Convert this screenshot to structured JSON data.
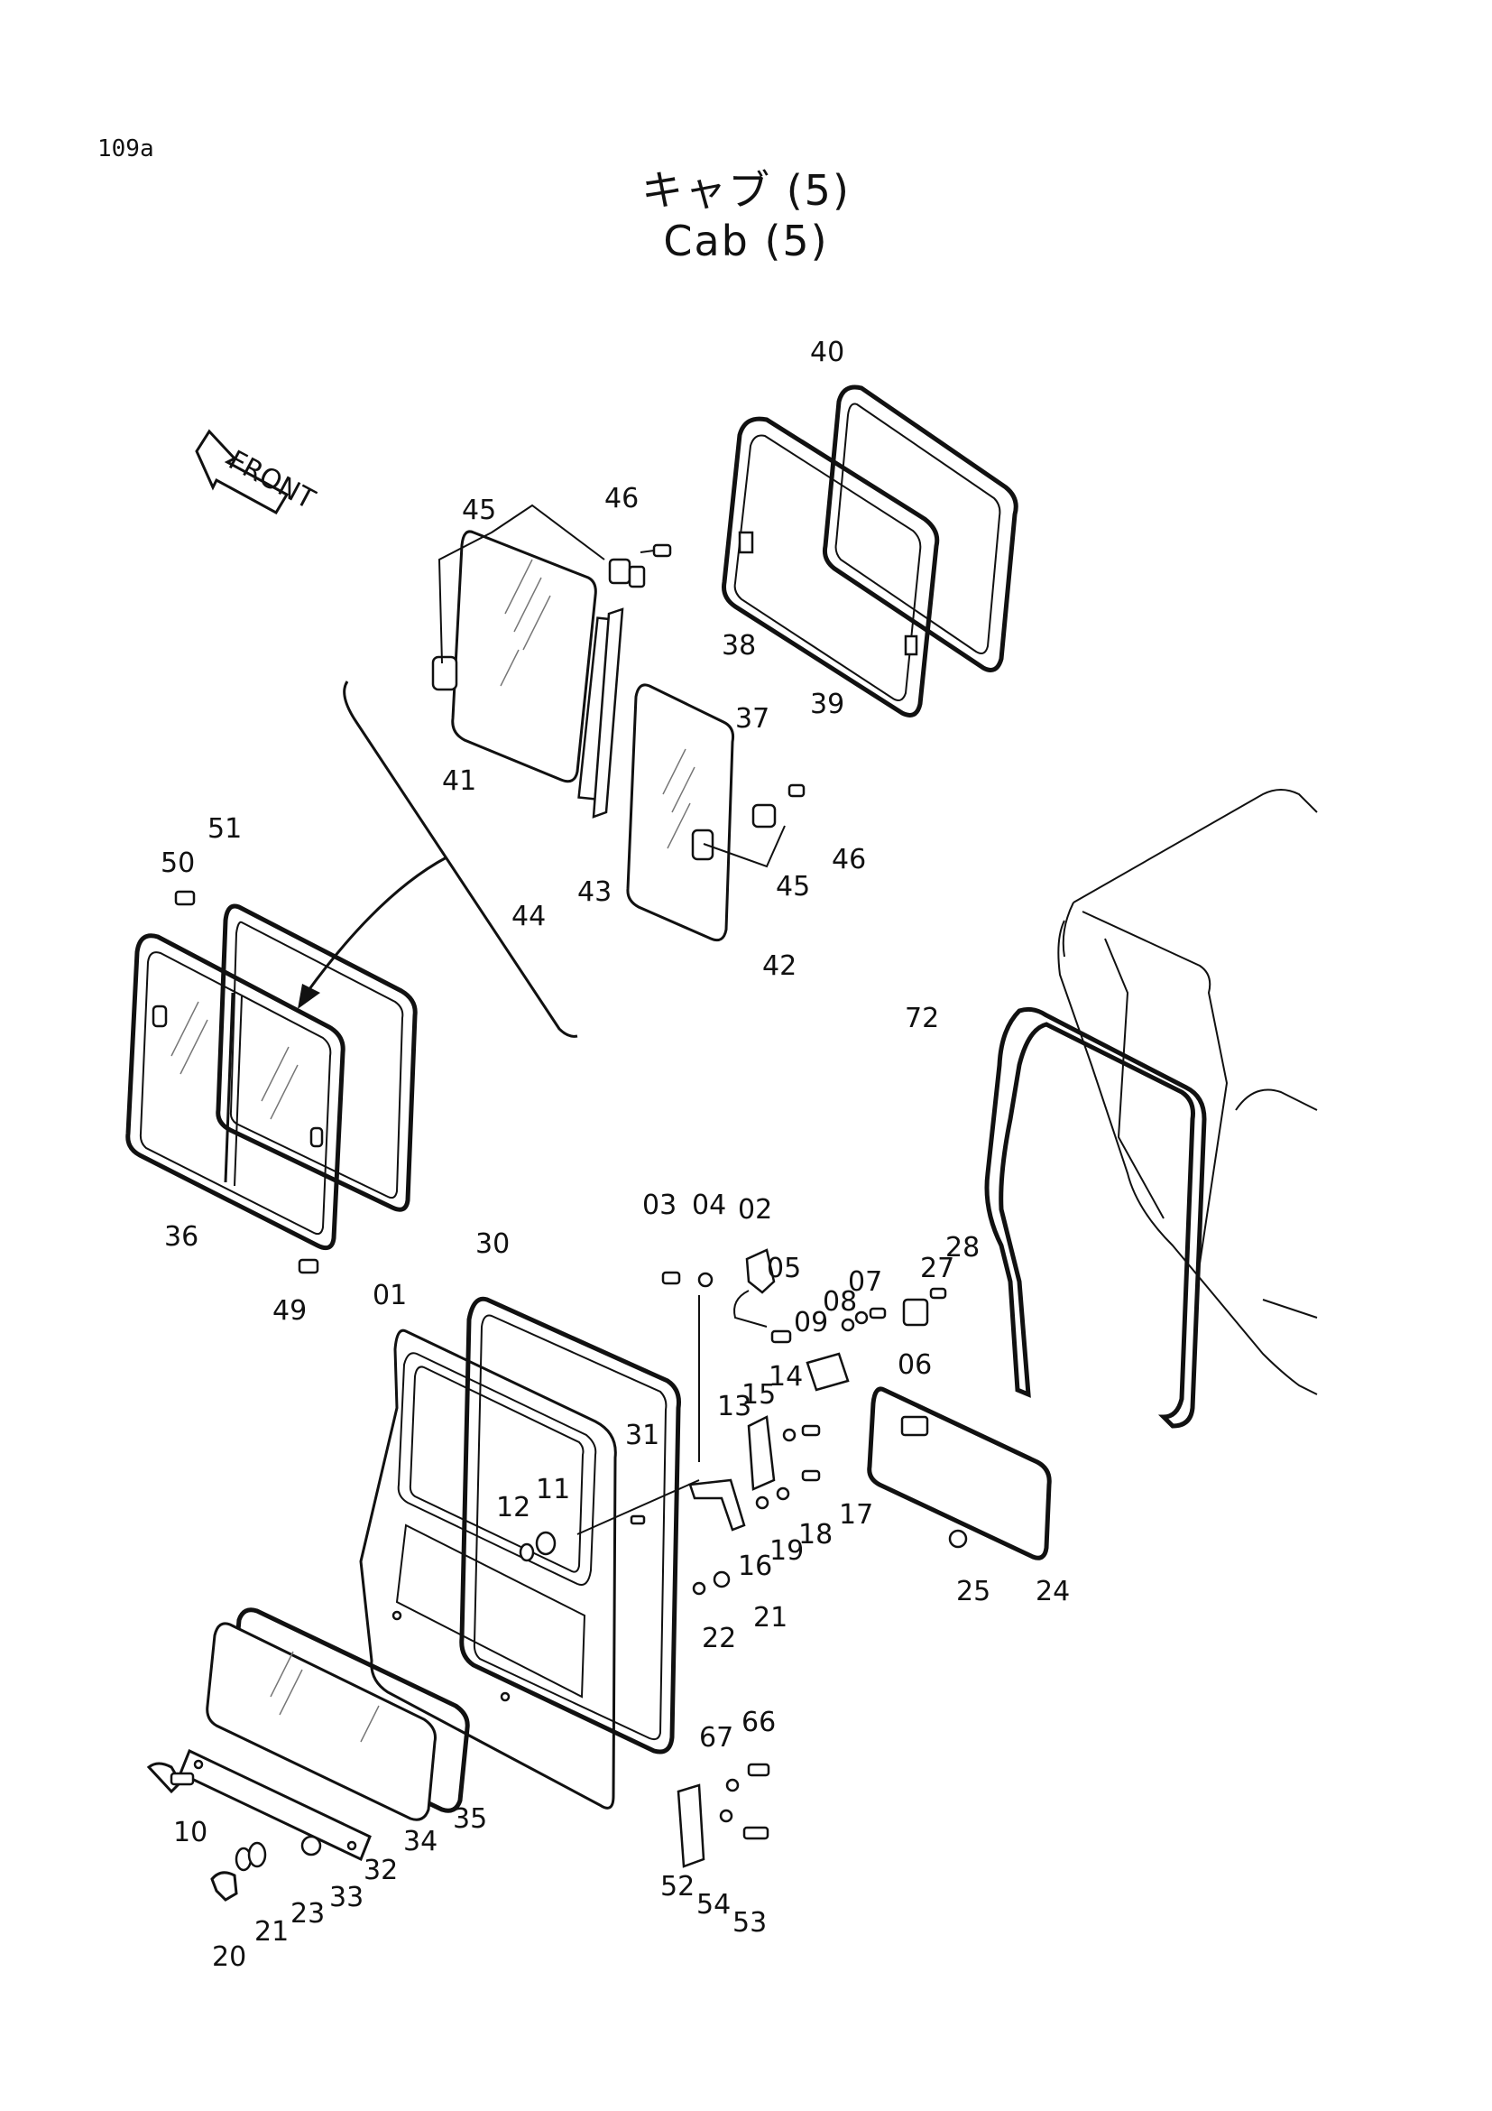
{
  "page_number": "109a",
  "title_jp": "キャブ (5)",
  "title_en": "Cab (5)",
  "front_label": "FRONT",
  "callouts": {
    "c40": "40",
    "c45a": "45",
    "c46a": "46",
    "c38": "38",
    "c37": "37",
    "c39": "39",
    "c41": "41",
    "c44": "44",
    "c43": "43",
    "c42": "42",
    "c46b": "46",
    "c45b": "45",
    "c50": "50",
    "c51": "51",
    "c36": "36",
    "c49": "49",
    "c72": "72",
    "c30": "30",
    "c01": "01",
    "c03": "03",
    "c04": "04",
    "c02": "02",
    "c05": "05",
    "c27": "27",
    "c28": "28",
    "c07": "07",
    "c08": "08",
    "c09": "09",
    "c06": "06",
    "c31": "31",
    "c13": "13",
    "c15": "15",
    "c14": "14",
    "c12": "12",
    "c11": "11",
    "c17": "17",
    "c18": "18",
    "c19": "19",
    "c16": "16",
    "c25": "25",
    "c24": "24",
    "c22": "22",
    "c21a": "21",
    "c67": "67",
    "c66": "66",
    "c10": "10",
    "c35": "35",
    "c34": "34",
    "c32": "32",
    "c33": "33",
    "c23": "23",
    "c21b": "21",
    "c20": "20",
    "c52": "52",
    "c54": "54",
    "c53": "53"
  }
}
